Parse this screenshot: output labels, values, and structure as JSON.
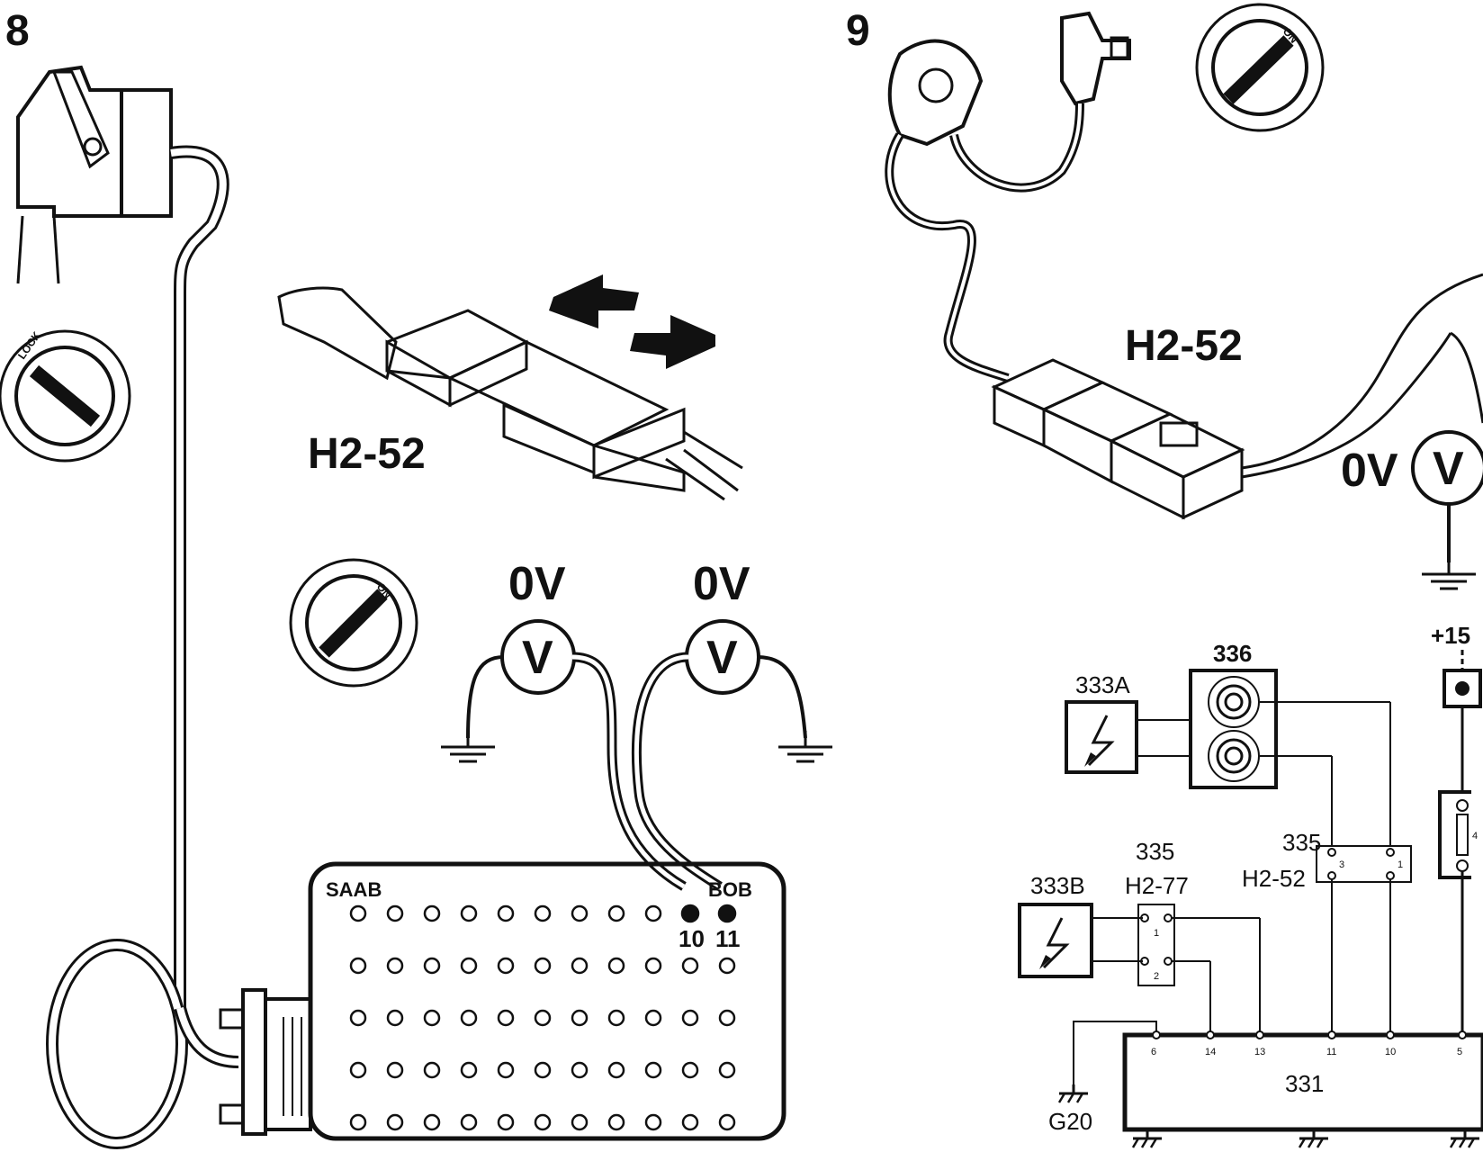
{
  "panels": [
    {
      "number": "8"
    },
    {
      "number": "9"
    }
  ],
  "panel8": {
    "connector_label": "H2-52",
    "ignition_lock_text": "LOCK",
    "ignition_on_text": "ON",
    "meter_left": {
      "reading": "0V",
      "symbol": "V"
    },
    "meter_right": {
      "reading": "0V",
      "symbol": "V"
    },
    "bob": {
      "brand": "SAAB",
      "name": "BOB",
      "pin_labels": [
        "10",
        "11"
      ],
      "rows": 5,
      "cols": 11
    }
  },
  "panel9": {
    "connector_label": "H2-52",
    "ignition_on_text": "ON",
    "meter": {
      "reading": "0V",
      "symbol": "V"
    },
    "schematic": {
      "supply": "+15",
      "components": {
        "c333a": "333A",
        "c336": "336",
        "c333b": "333B",
        "c335a": "335",
        "c335a_sub": "H2-77",
        "c335b": "335",
        "c335b_sub": "H2-52",
        "c331": "331",
        "ground": "G20"
      },
      "h277_pins": [
        "1",
        "2"
      ],
      "h252_pins": [
        "3",
        "1"
      ],
      "fuse_pin": "4",
      "ecu_pins": [
        "6",
        "14",
        "13",
        "11",
        "10",
        "5"
      ]
    }
  }
}
